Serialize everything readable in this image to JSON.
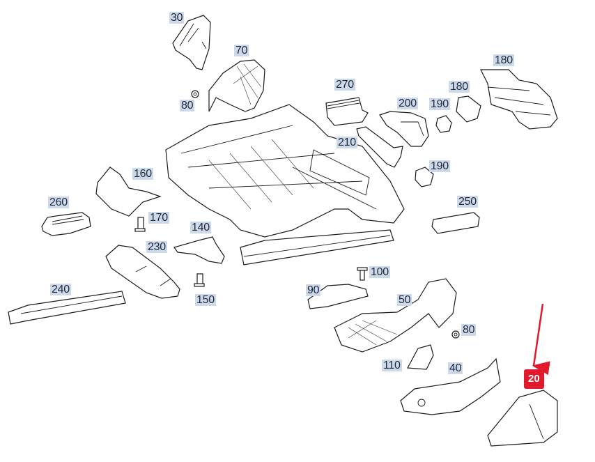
{
  "diagram": {
    "title": "Seat frame exploded parts diagram",
    "highlighted_part": "20",
    "highlight_color": "#e0192c",
    "label_bg_color": "#cdd9ea",
    "labels": [
      {
        "id": "30",
        "text": "30"
      },
      {
        "id": "70",
        "text": "70"
      },
      {
        "id": "80a",
        "text": "80"
      },
      {
        "id": "270",
        "text": "270"
      },
      {
        "id": "200",
        "text": "200"
      },
      {
        "id": "190a",
        "text": "190"
      },
      {
        "id": "180a",
        "text": "180"
      },
      {
        "id": "180b",
        "text": "180"
      },
      {
        "id": "210",
        "text": "210"
      },
      {
        "id": "190b",
        "text": "190"
      },
      {
        "id": "160",
        "text": "160"
      },
      {
        "id": "260",
        "text": "260"
      },
      {
        "id": "170",
        "text": "170"
      },
      {
        "id": "250",
        "text": "250"
      },
      {
        "id": "140",
        "text": "140"
      },
      {
        "id": "230",
        "text": "230"
      },
      {
        "id": "100",
        "text": "100"
      },
      {
        "id": "240",
        "text": "240"
      },
      {
        "id": "90",
        "text": "90"
      },
      {
        "id": "150",
        "text": "150"
      },
      {
        "id": "50",
        "text": "50"
      },
      {
        "id": "80b",
        "text": "80"
      },
      {
        "id": "110",
        "text": "110"
      },
      {
        "id": "40",
        "text": "40"
      },
      {
        "id": "20",
        "text": "20"
      }
    ]
  }
}
